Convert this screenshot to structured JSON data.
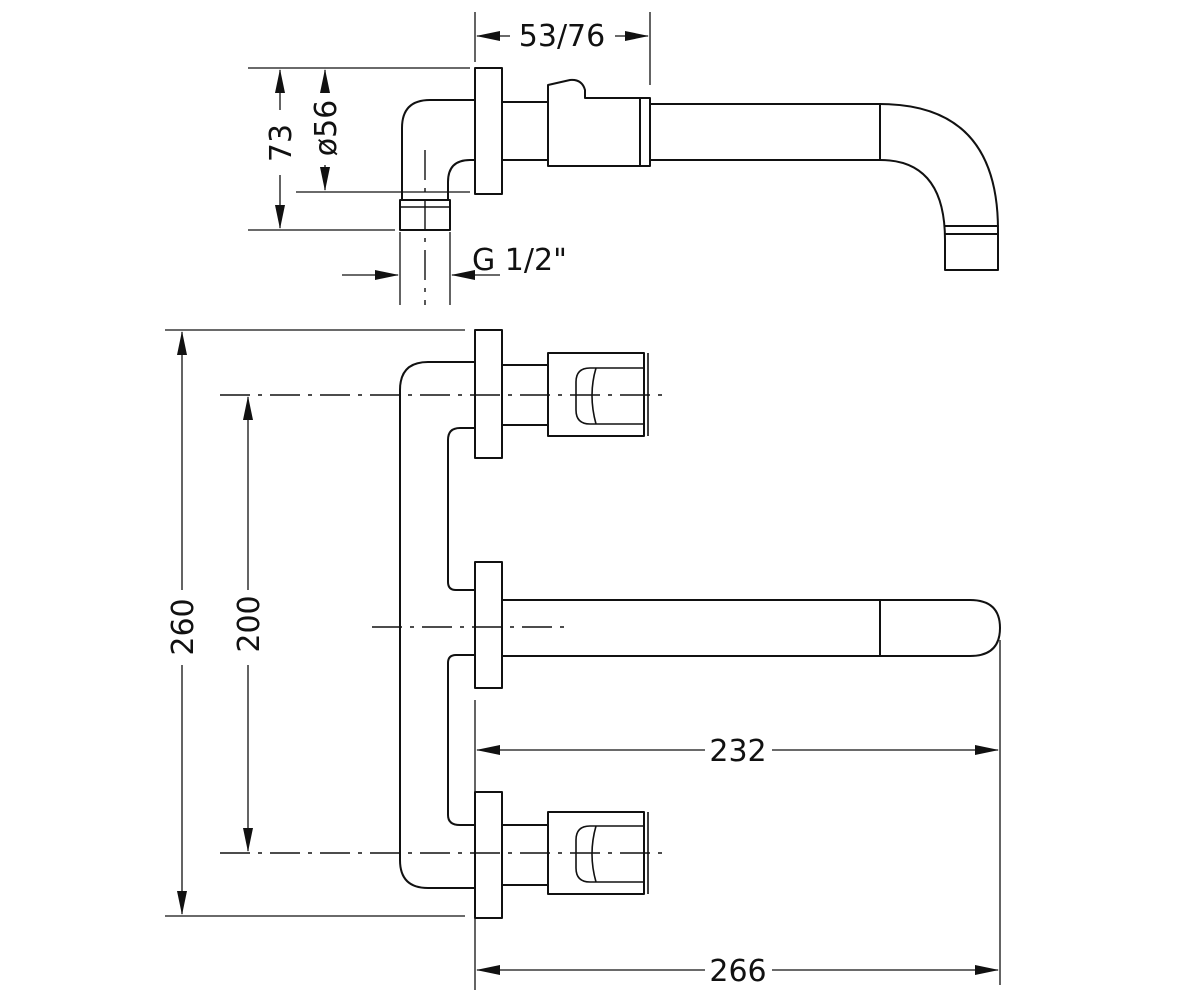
{
  "dimensions": {
    "top_depth": "53/76",
    "top_height": "73",
    "top_diameter": "ø56",
    "thread": "G 1/2\"",
    "overall_height": "260",
    "handle_spacing": "200",
    "spout_projection": "232",
    "overall_depth": "266"
  }
}
